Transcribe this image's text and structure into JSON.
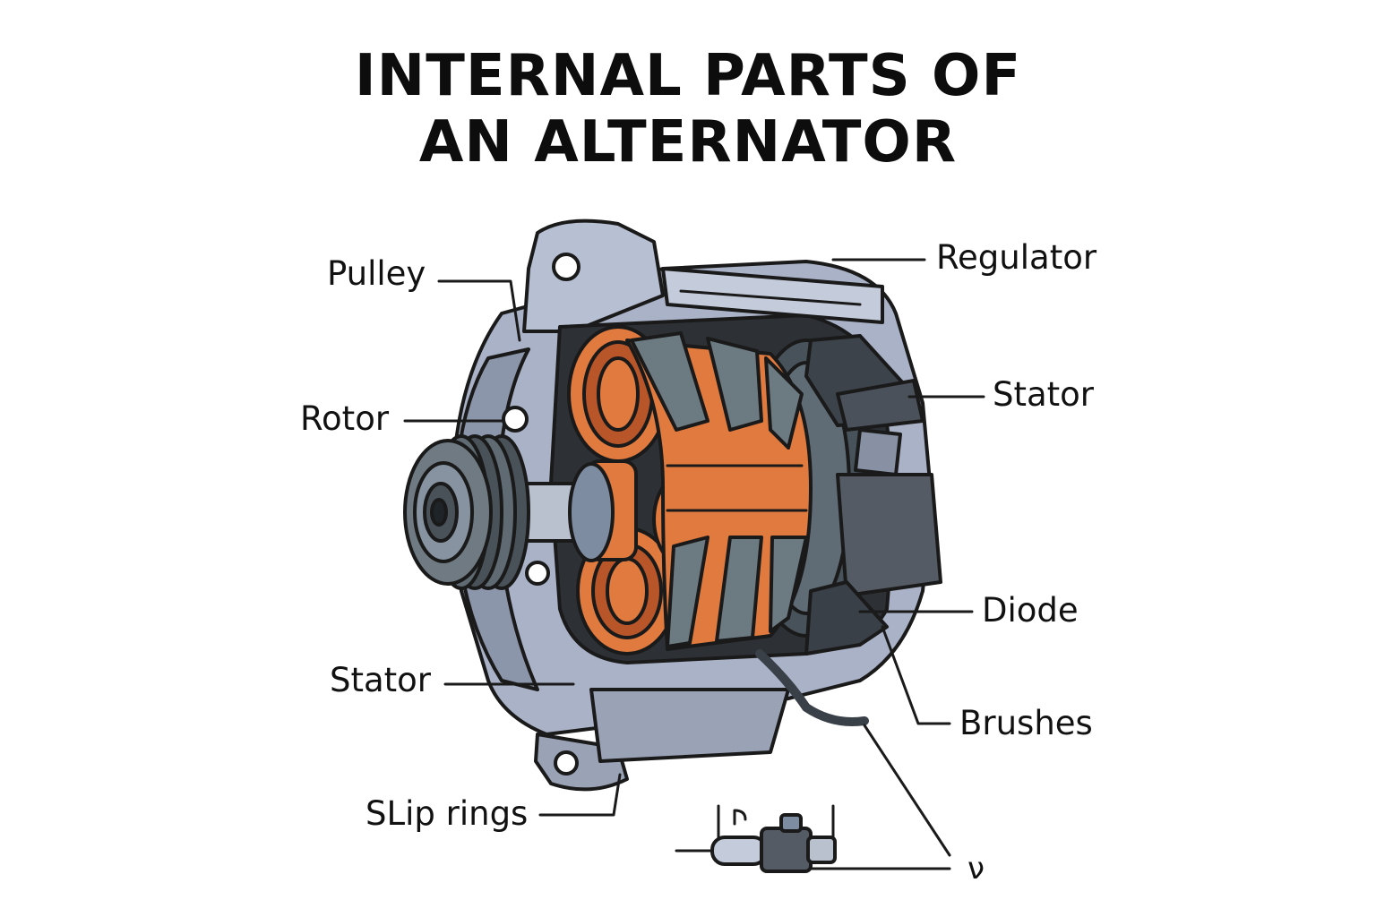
{
  "title": {
    "line1": "INTERNAL PARTS OF",
    "line2": "AN ALTERNATOR"
  },
  "labels": {
    "pulley": "Pulley",
    "rotor": "Rotor",
    "stator_left": "Stator",
    "slip_rings": "SLip rings",
    "regulator": "Regulator",
    "stator_right": "Stator",
    "diode": "Diode",
    "brushes": "Brushes",
    "terminal_mark": "ν"
  },
  "colors": {
    "housing": "#a9b2c6",
    "housing_dark": "#7e889c",
    "outline": "#1a1a1a",
    "copper": "#e07a3e",
    "copper_dark": "#b8562a",
    "iron": "#5a6a73",
    "module": "#545b64"
  }
}
